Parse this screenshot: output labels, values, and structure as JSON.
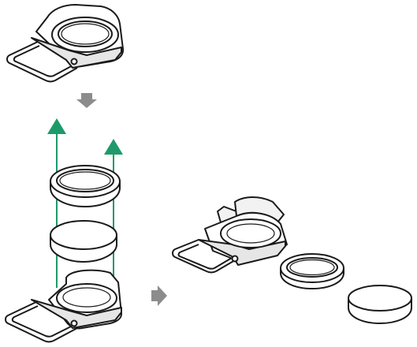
{
  "figure": {
    "kind": "exploded-assembly-illustration",
    "has_text": false
  },
  "colors": {
    "outline": "#1a1a1a",
    "fill": "#ffffff",
    "shade": "#cfcfcf",
    "gray_arrow": "#8c8c8c",
    "green_arrow": "#1e9a6a"
  },
  "steps": [
    {
      "name": "assembled-clip",
      "description_visible": false
    },
    {
      "name": "removal-sequence",
      "description_visible": false
    },
    {
      "name": "separated-parts",
      "description_visible": false
    }
  ],
  "icons": [
    "down-arrow-icon",
    "right-arrow-icon",
    "up-arrow-icon"
  ]
}
